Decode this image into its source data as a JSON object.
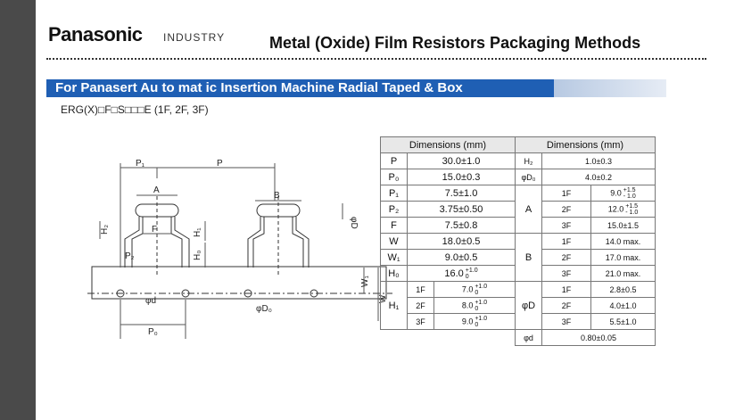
{
  "header": {
    "brand": "Panasonic",
    "division": "INDUSTRY",
    "title": "Metal (Oxide) Film Resistors Packaging Methods"
  },
  "section": {
    "heading": "For Panasert Au to mat ic Insertion Machine Radial Taped & Box",
    "part_code": "ERG(X)□F□S□□□E  (1F, 2F, 3F)"
  },
  "diagram_labels": {
    "p1": "P₁",
    "p": "P",
    "a": "A",
    "b": "B",
    "h2": "H₂",
    "h1": "H₁",
    "h0": "H₀",
    "f": "F",
    "p2": "P₂",
    "w1": "W₁",
    "w": "W",
    "d": "φd",
    "d0": "φD₀",
    "p0": "P₀",
    "dd": "φD"
  },
  "table": {
    "header_left": "Dimensions (mm)",
    "header_right": "Dimensions (mm)",
    "rows": {
      "p": {
        "sym": "P",
        "val": "30.0±1.0"
      },
      "p0": {
        "sym": "P₀",
        "val": "15.0±0.3"
      },
      "p1": {
        "sym": "P₁",
        "val": "7.5±1.0"
      },
      "p2": {
        "sym": "P₂",
        "val": "3.75±0.50"
      },
      "f": {
        "sym": "F",
        "val": "7.5±0.8"
      },
      "w": {
        "sym": "W",
        "val": "18.0±0.5"
      },
      "w1": {
        "sym": "W₁",
        "val": "9.0±0.5"
      },
      "h0": {
        "sym": "H₀",
        "val": "16.0",
        "tol_plus": "+1.0",
        "tol_minus": "0"
      },
      "h1": {
        "sym": "H₁",
        "sizes": [
          {
            "size": "1F",
            "val": "7.0",
            "tol_plus": "+1.0",
            "tol_minus": "0"
          },
          {
            "size": "2F",
            "val": "8.0",
            "tol_plus": "+1.0",
            "tol_minus": "0"
          },
          {
            "size": "3F",
            "val": "9.0",
            "tol_plus": "+1.0",
            "tol_minus": "0"
          }
        ]
      }
    },
    "right": {
      "h2": {
        "sym": "H₂",
        "val": "1.0±0.3"
      },
      "d0": {
        "sym": "φD₀",
        "val": "4.0±0.2"
      },
      "a": {
        "sym": "A",
        "sizes": [
          {
            "size": "1F",
            "val": "9.0",
            "tol_plus": "+1.5",
            "tol_minus": "- 1.0"
          },
          {
            "size": "2F",
            "val": "12.0",
            "tol_plus": "+1.5",
            "tol_minus": "- 1.0"
          },
          {
            "size": "3F",
            "val": "15.0±1.5"
          }
        ]
      },
      "b": {
        "sym": "B",
        "sizes": [
          {
            "size": "1F",
            "val": "14.0 max."
          },
          {
            "size": "2F",
            "val": "17.0 max."
          },
          {
            "size": "3F",
            "val": "21.0 max."
          }
        ]
      },
      "dd": {
        "sym": "φD",
        "sizes": [
          {
            "size": "1F",
            "val": "2.8±0.5"
          },
          {
            "size": "2F",
            "val": "4.0±1.0"
          },
          {
            "size": "3F",
            "val": "5.5±1.0"
          }
        ]
      },
      "d": {
        "sym": "φd",
        "val": "0.80±0.05"
      }
    }
  }
}
